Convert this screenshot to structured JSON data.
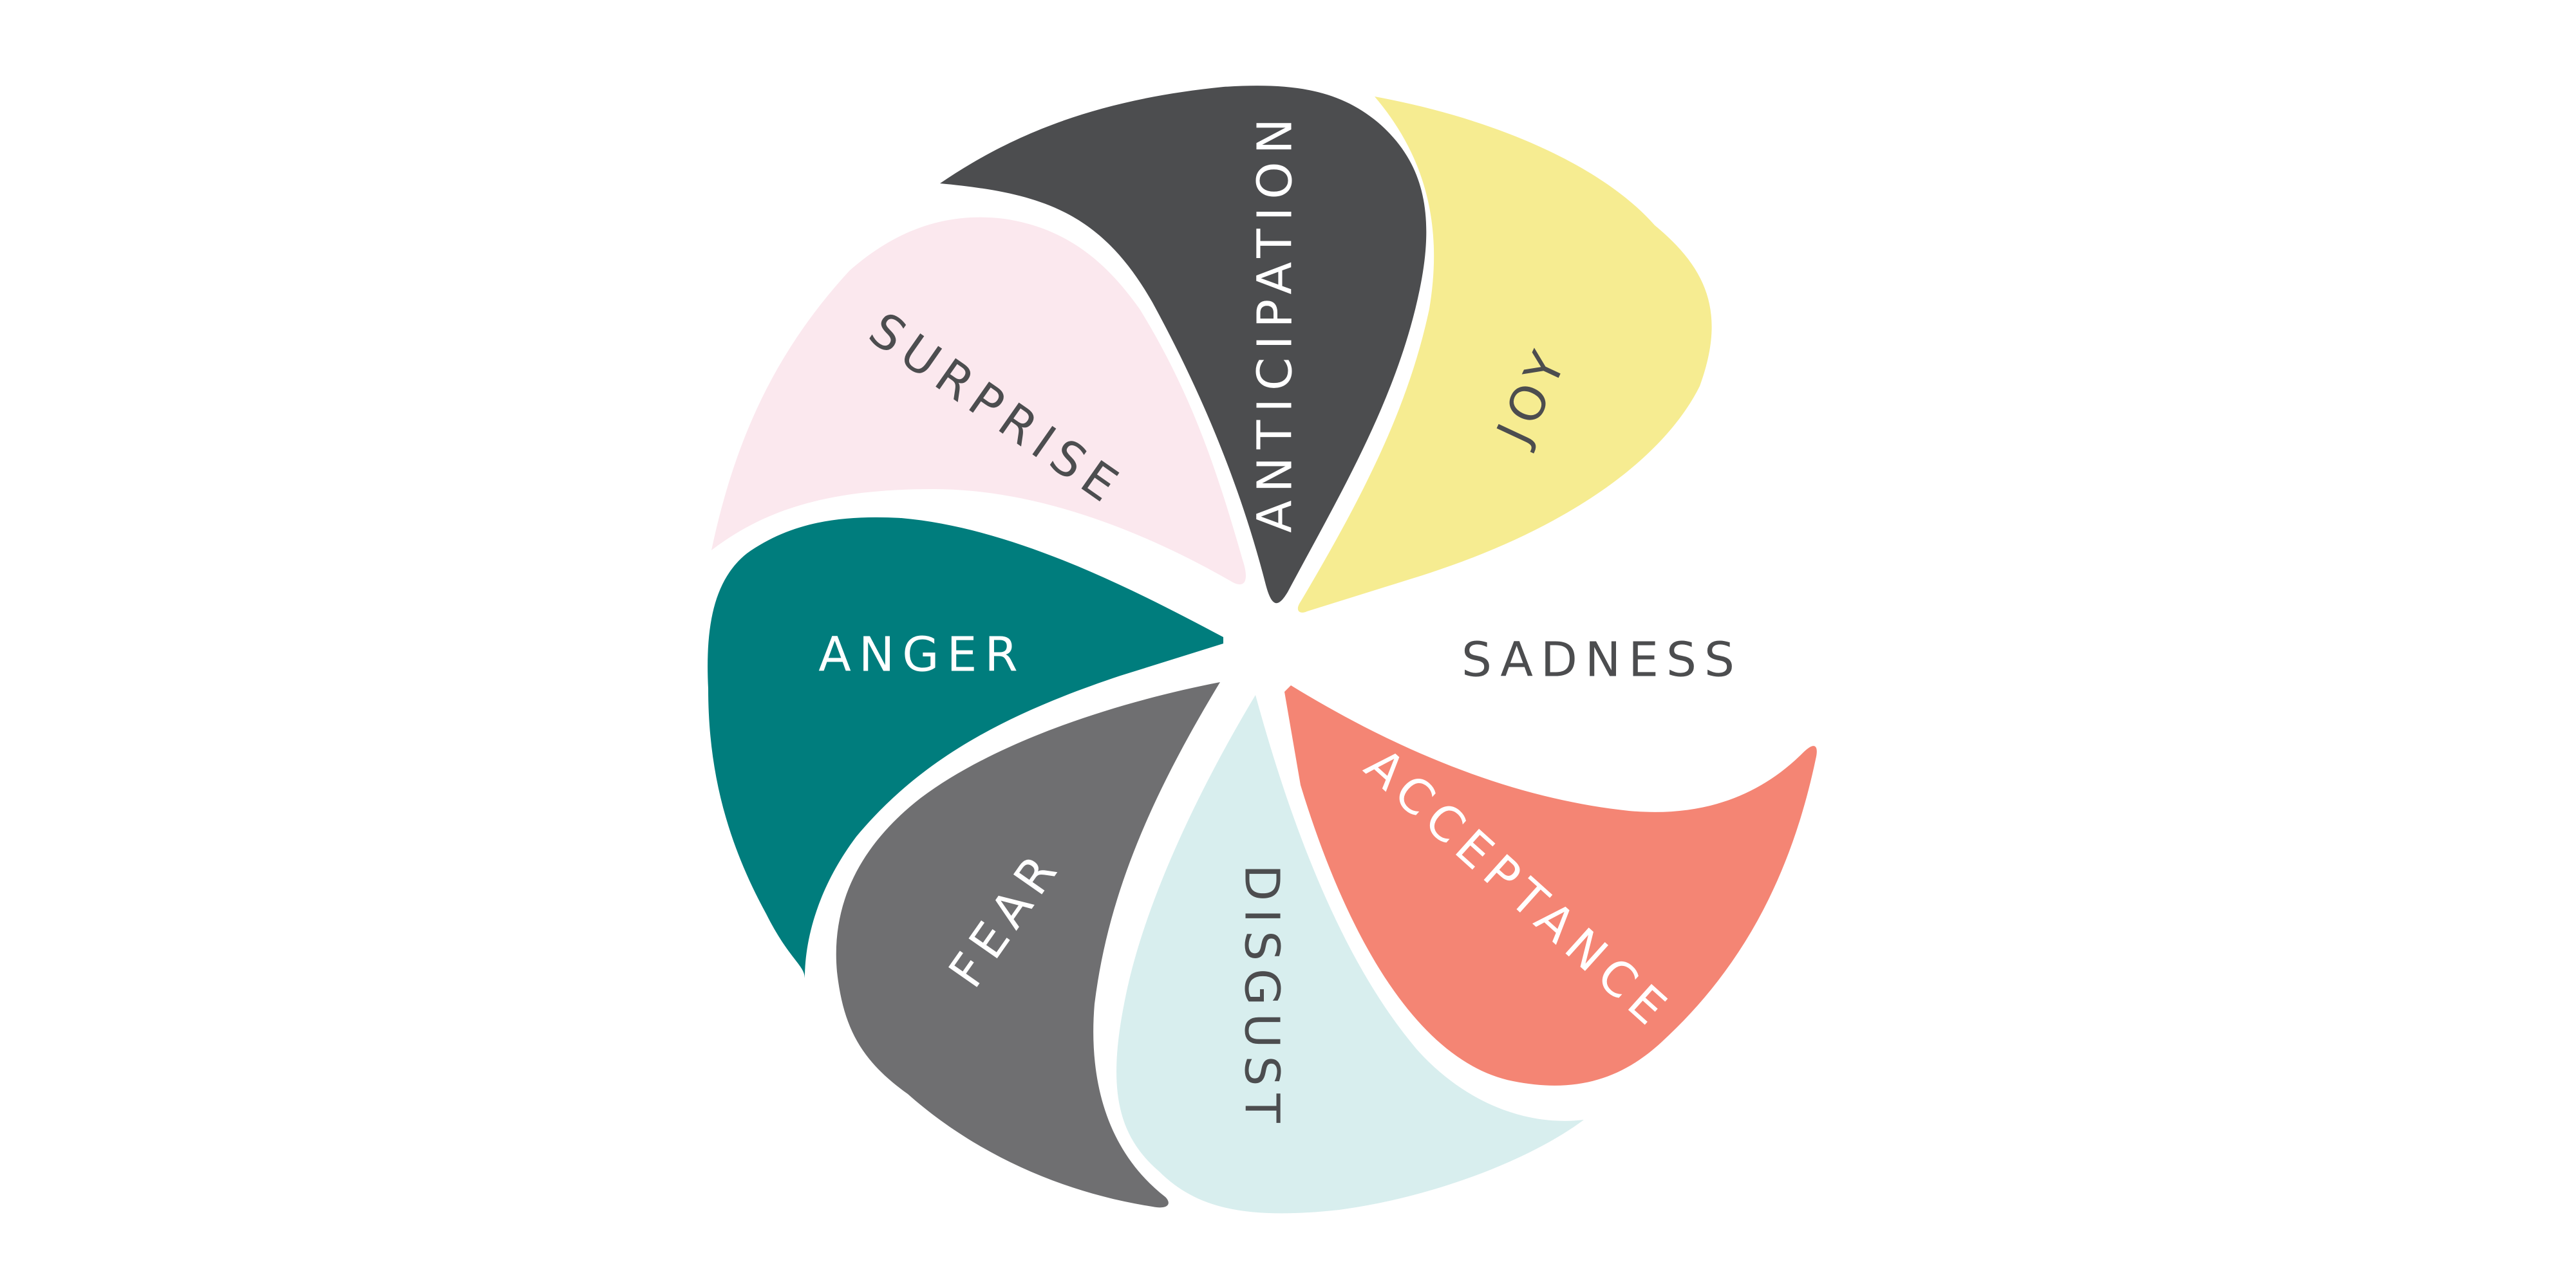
{
  "diagram": {
    "petals": [
      {
        "key": "anticipation",
        "label": "ANTICIPATION",
        "fill": "#4c4d4f",
        "text_color": "#ffffff"
      },
      {
        "key": "joy",
        "label": "JOY",
        "fill": "#f6ec91",
        "text_color": "#4c4d4f"
      },
      {
        "key": "acceptance",
        "label": "ACCEPTANCE",
        "fill": "#f48574",
        "text_color": "#ffffff"
      },
      {
        "key": "disgust",
        "label": "DISGUST",
        "fill": "#d8eeee",
        "text_color": "#4c4d4f"
      },
      {
        "key": "fear",
        "label": "FEAR",
        "fill": "#6f6f71",
        "text_color": "#ffffff"
      },
      {
        "key": "anger",
        "label": "ANGER",
        "fill": "#007d7d",
        "text_color": "#ffffff"
      },
      {
        "key": "surprise",
        "label": "SURPRISE",
        "fill": "#fbe8ee",
        "text_color": "#4c4d4f"
      }
    ],
    "sadness": {
      "label": "SADNESS",
      "text_color": "#4c4d4f"
    }
  }
}
